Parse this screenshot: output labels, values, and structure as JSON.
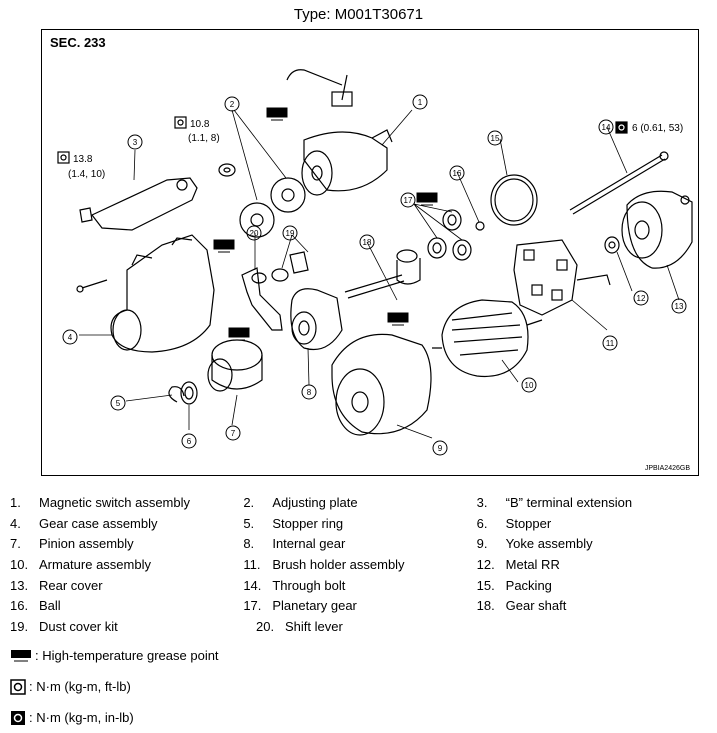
{
  "header": {
    "title": "Type: M001T30671"
  },
  "diagram": {
    "section": "SEC. 233",
    "figure_code": "JPBIA2426GB",
    "callouts": [
      "1",
      "2",
      "3",
      "4",
      "5",
      "6",
      "7",
      "8",
      "9",
      "10",
      "11",
      "12",
      "13",
      "14",
      "15",
      "16",
      "17",
      "18",
      "19",
      "20"
    ],
    "torque_specs": [
      {
        "value": "13.8",
        "sub": "(1.4, 10)"
      },
      {
        "value": "10.8",
        "sub": "(1.1, 8)"
      },
      {
        "value": "6 (0.61, 53)",
        "sub": ""
      }
    ]
  },
  "legend": {
    "items": [
      {
        "num": "1.",
        "label": "Magnetic switch assembly"
      },
      {
        "num": "2.",
        "label": "Adjusting plate"
      },
      {
        "num": "3.",
        "label": "“B” terminal extension"
      },
      {
        "num": "4.",
        "label": "Gear case assembly"
      },
      {
        "num": "5.",
        "label": "Stopper ring"
      },
      {
        "num": "6.",
        "label": "Stopper"
      },
      {
        "num": "7.",
        "label": "Pinion assembly"
      },
      {
        "num": "8.",
        "label": "Internal gear"
      },
      {
        "num": "9.",
        "label": "Yoke assembly"
      },
      {
        "num": "10.",
        "label": "Armature assembly"
      },
      {
        "num": "11.",
        "label": "Brush holder assembly"
      },
      {
        "num": "12.",
        "label": "Metal RR"
      },
      {
        "num": "13.",
        "label": "Rear cover"
      },
      {
        "num": "14.",
        "label": "Through bolt"
      },
      {
        "num": "15.",
        "label": "Packing"
      },
      {
        "num": "16.",
        "label": "Ball"
      },
      {
        "num": "17.",
        "label": "Planetary gear"
      },
      {
        "num": "18.",
        "label": "Gear shaft"
      },
      {
        "num": "19.",
        "label": "Dust cover kit"
      },
      {
        "num": "20.",
        "label": "Shift lever"
      }
    ],
    "notes": [
      {
        "icon": "grease-point-icon",
        "text": ": High-temperature grease point"
      },
      {
        "icon": "torque-wrench-icon",
        "text": ": N·m (kg-m, ft-lb)"
      },
      {
        "icon": "torque-wrench-icon",
        "text": ": N·m (kg-m, in-lb)"
      }
    ]
  }
}
